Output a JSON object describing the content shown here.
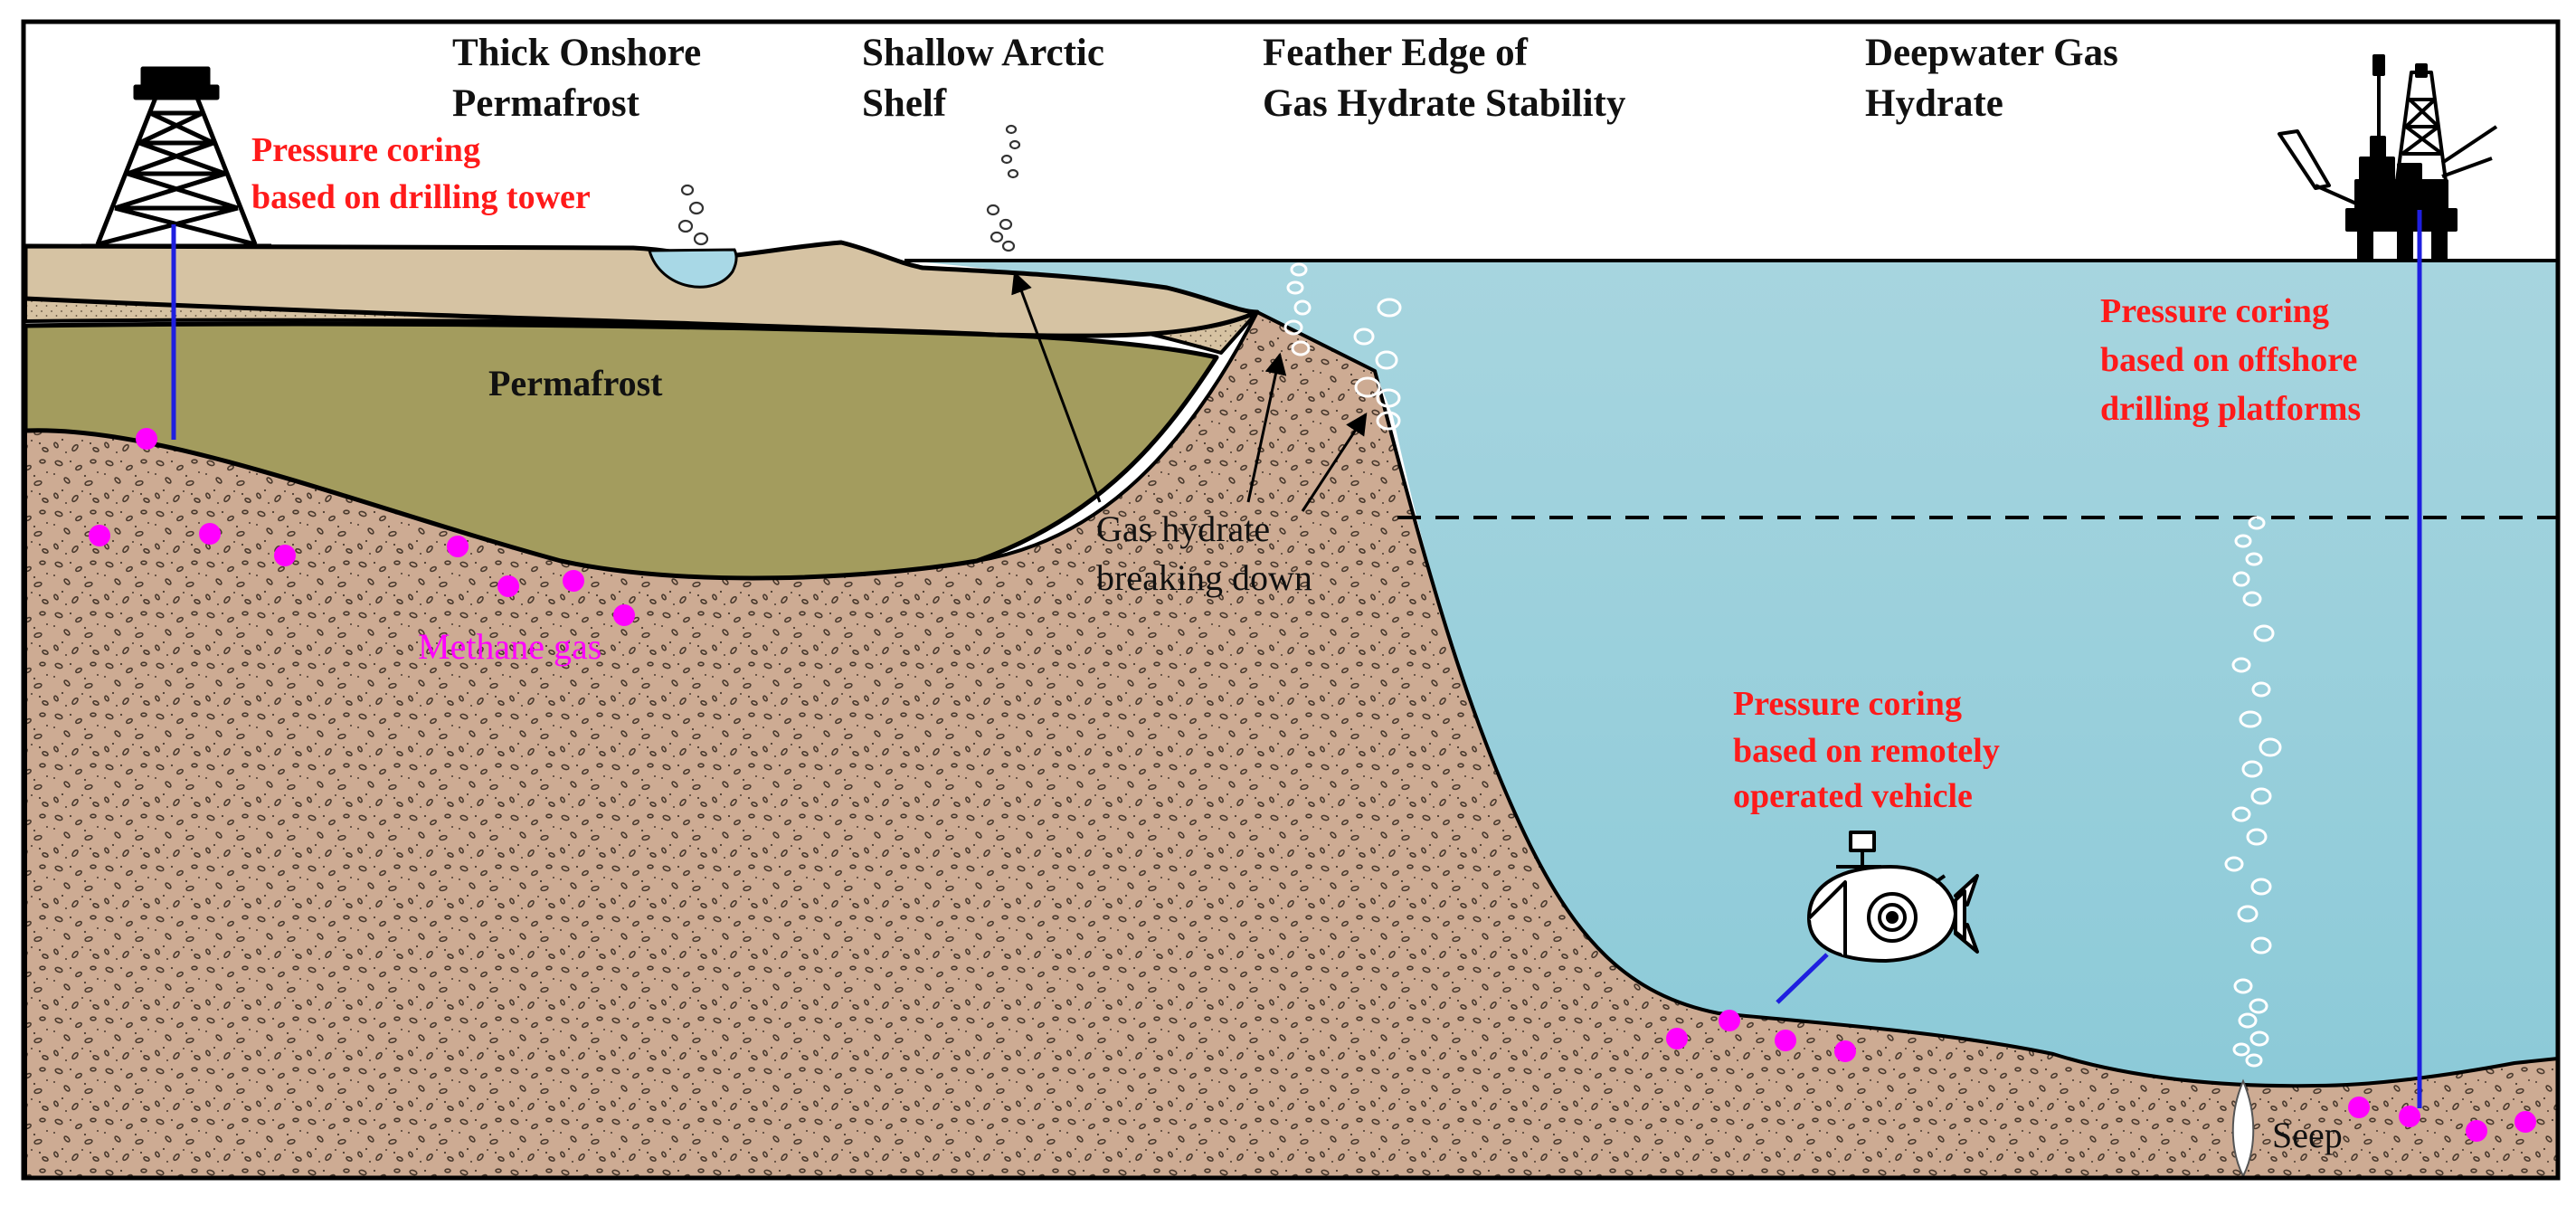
{
  "headings": {
    "onshore_line1": "Thick Onshore",
    "onshore_line2": "Permafrost",
    "shelf_line1": "Shallow Arctic",
    "shelf_line2": "Shelf",
    "feather_line1": "Feather Edge of",
    "feather_line2": "Gas Hydrate Stability",
    "deepwater_line1": "Deepwater Gas",
    "deepwater_line2": "Hydrate"
  },
  "labels": {
    "permafrost": "Permafrost",
    "methane_gas": "Methane gas",
    "breaking_line1": "Gas hydrate",
    "breaking_line2": "breaking down",
    "seep": "Seep"
  },
  "methods": {
    "tower_line1": "Pressure  coring",
    "tower_line2": "based on drilling tower",
    "rov_line1": "Pressure  coring",
    "rov_line2": "based on remotely",
    "rov_line3": "operated vehicle",
    "platform_line1": "Pressure  coring",
    "platform_line2": "based on offshore",
    "platform_line3": "drilling platforms"
  },
  "colors": {
    "annotation_red": "#ff1a1a",
    "methane_magenta": "#ff00ff",
    "drill_blue": "#1f1fe0",
    "sediment": "#cdab93",
    "permafrost_olive": "#a39c5e",
    "seawater": "#9dd0dc"
  }
}
